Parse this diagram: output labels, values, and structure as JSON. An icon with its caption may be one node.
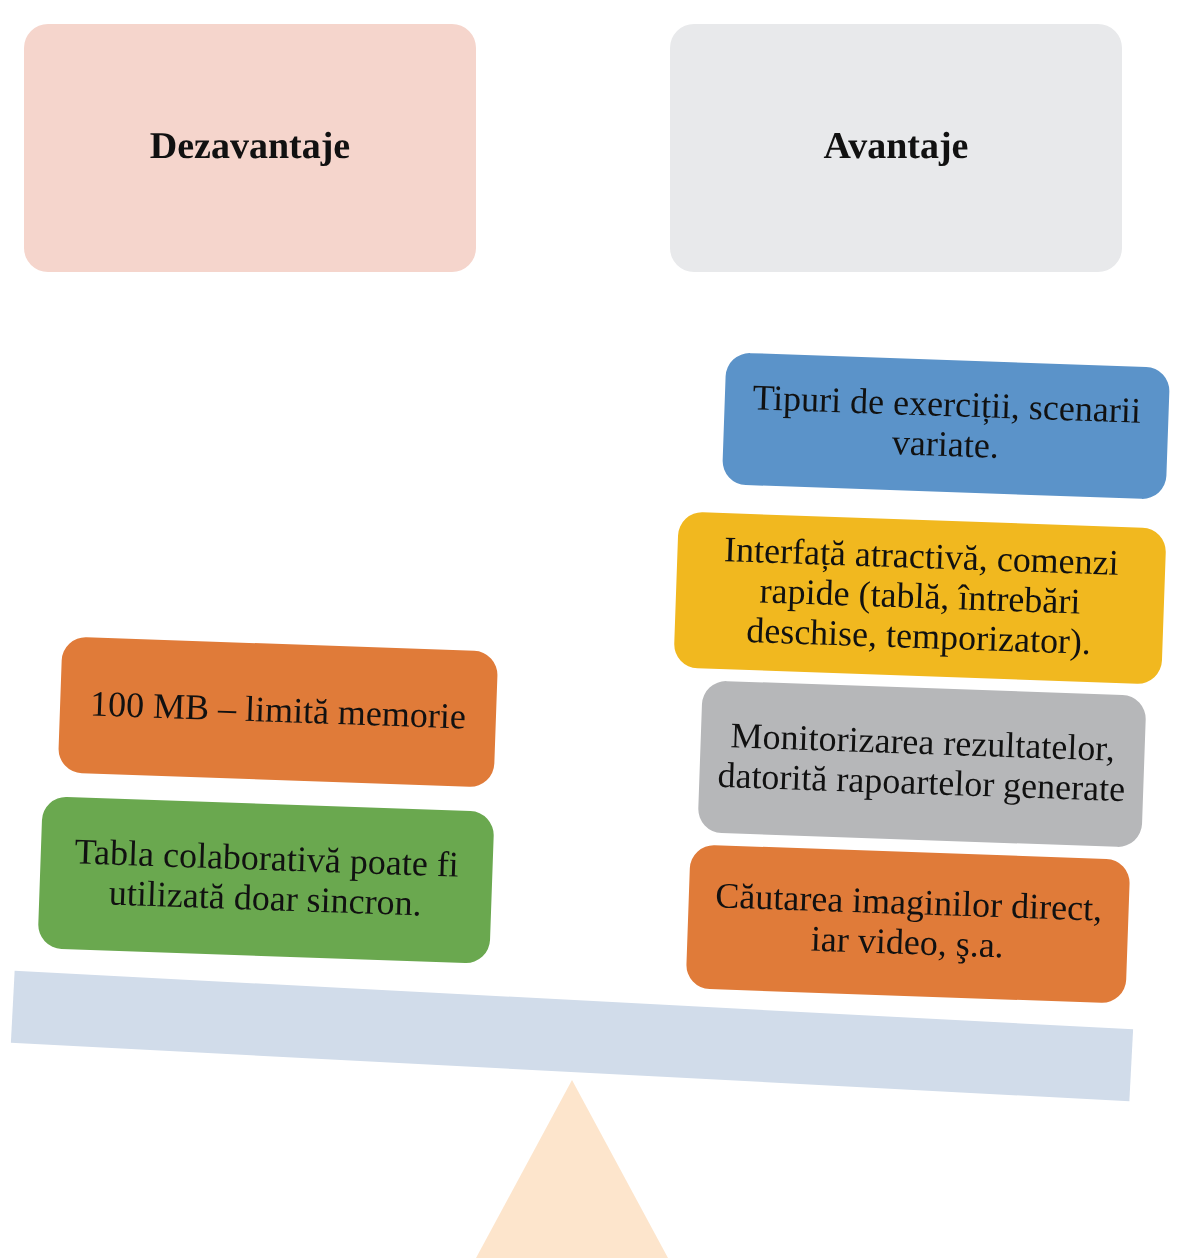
{
  "diagram": {
    "nodes": [
      {
        "text": [
          "Dezavantaje"
        ]
      },
      {
        "text": [
          "Avantaje"
        ]
      },
      {
        "text": [
          "100 MB – limită memorie"
        ]
      },
      {
        "text": [
          "Tabla colaborativă poate fi utilizată doar sincron."
        ]
      },
      {
        "text": [
          "Tipuri de exerciții, scenarii variate."
        ]
      },
      {
        "text": [
          "Interfață atractivă, comenzi rapide (tablă, întrebări deschise, temporizator)."
        ]
      },
      {
        "text": [
          "Monitorizarea rezultatelor, datorită rapoartelor generate"
        ]
      },
      {
        "text": [
          "Căutarea imaginilor direct, iar video, ş.a."
        ]
      },
      {
        "text": [],
        "shape": "bar"
      },
      {
        "text": [],
        "shape": "triangle"
      }
    ]
  }
}
